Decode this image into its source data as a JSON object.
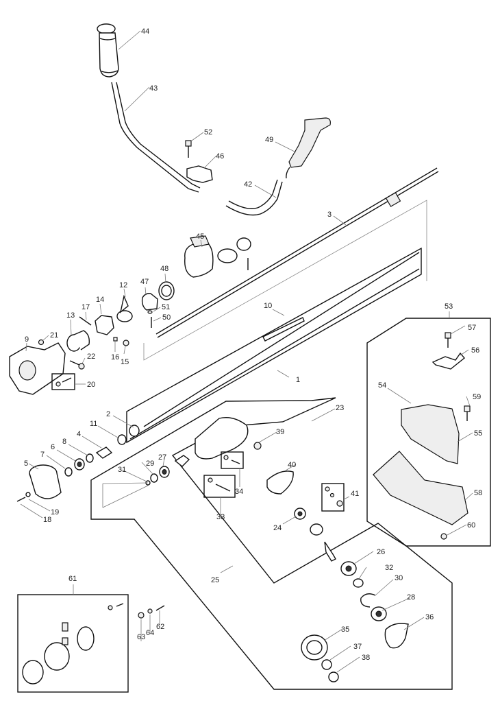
{
  "diagram": {
    "type": "exploded-parts-diagram",
    "parts": [
      {
        "id": "1"
      },
      {
        "id": "2"
      },
      {
        "id": "3"
      },
      {
        "id": "4"
      },
      {
        "id": "5"
      },
      {
        "id": "6"
      },
      {
        "id": "7"
      },
      {
        "id": "8"
      },
      {
        "id": "9"
      },
      {
        "id": "10"
      },
      {
        "id": "11"
      },
      {
        "id": "12"
      },
      {
        "id": "13"
      },
      {
        "id": "14"
      },
      {
        "id": "15"
      },
      {
        "id": "16"
      },
      {
        "id": "17"
      },
      {
        "id": "18"
      },
      {
        "id": "19"
      },
      {
        "id": "20"
      },
      {
        "id": "21"
      },
      {
        "id": "22"
      },
      {
        "id": "23"
      },
      {
        "id": "24"
      },
      {
        "id": "25"
      },
      {
        "id": "26"
      },
      {
        "id": "27"
      },
      {
        "id": "28"
      },
      {
        "id": "29"
      },
      {
        "id": "30"
      },
      {
        "id": "31"
      },
      {
        "id": "32"
      },
      {
        "id": "33"
      },
      {
        "id": "34"
      },
      {
        "id": "35"
      },
      {
        "id": "36"
      },
      {
        "id": "37"
      },
      {
        "id": "38"
      },
      {
        "id": "39"
      },
      {
        "id": "40"
      },
      {
        "id": "41"
      },
      {
        "id": "42"
      },
      {
        "id": "43"
      },
      {
        "id": "44"
      },
      {
        "id": "45"
      },
      {
        "id": "46"
      },
      {
        "id": "47"
      },
      {
        "id": "48"
      },
      {
        "id": "49"
      },
      {
        "id": "50"
      },
      {
        "id": "51"
      },
      {
        "id": "52"
      },
      {
        "id": "53"
      },
      {
        "id": "54"
      },
      {
        "id": "55"
      },
      {
        "id": "56"
      },
      {
        "id": "57"
      },
      {
        "id": "58"
      },
      {
        "id": "59"
      },
      {
        "id": "60"
      },
      {
        "id": "61"
      },
      {
        "id": "62"
      },
      {
        "id": "63"
      },
      {
        "id": "64"
      }
    ],
    "labels": {
      "p1": "1",
      "p2": "2",
      "p3": "3",
      "p4": "4",
      "p5": "5",
      "p6": "6",
      "p7": "7",
      "p8": "8",
      "p9": "9",
      "p10": "10",
      "p11": "11",
      "p12": "12",
      "p13": "13",
      "p14": "14",
      "p15": "15",
      "p16": "16",
      "p17": "17",
      "p18": "18",
      "p19": "19",
      "p20": "20",
      "p21": "21",
      "p22": "22",
      "p23": "23",
      "p24": "24",
      "p25": "25",
      "p26": "26",
      "p27": "27",
      "p28": "28",
      "p29": "29",
      "p30": "30",
      "p31": "31",
      "p32": "32",
      "p33": "33",
      "p34": "34",
      "p35": "35",
      "p36": "36",
      "p37": "37",
      "p38": "38",
      "p39": "39",
      "p40": "40",
      "p41": "41",
      "p42": "42",
      "p43": "43",
      "p44": "44",
      "p45": "45",
      "p46": "46",
      "p47": "47",
      "p48": "48",
      "p49": "49",
      "p50": "50",
      "p51": "51",
      "p52": "52",
      "p53": "53",
      "p54": "54",
      "p55": "55",
      "p56": "56",
      "p57": "57",
      "p58": "58",
      "p59": "59",
      "p60": "60",
      "p61": "61",
      "p62": "62",
      "p63": "63",
      "p64": "64"
    },
    "colors": {
      "background": "#ffffff",
      "line": "#111111",
      "leader": "#777777"
    }
  }
}
